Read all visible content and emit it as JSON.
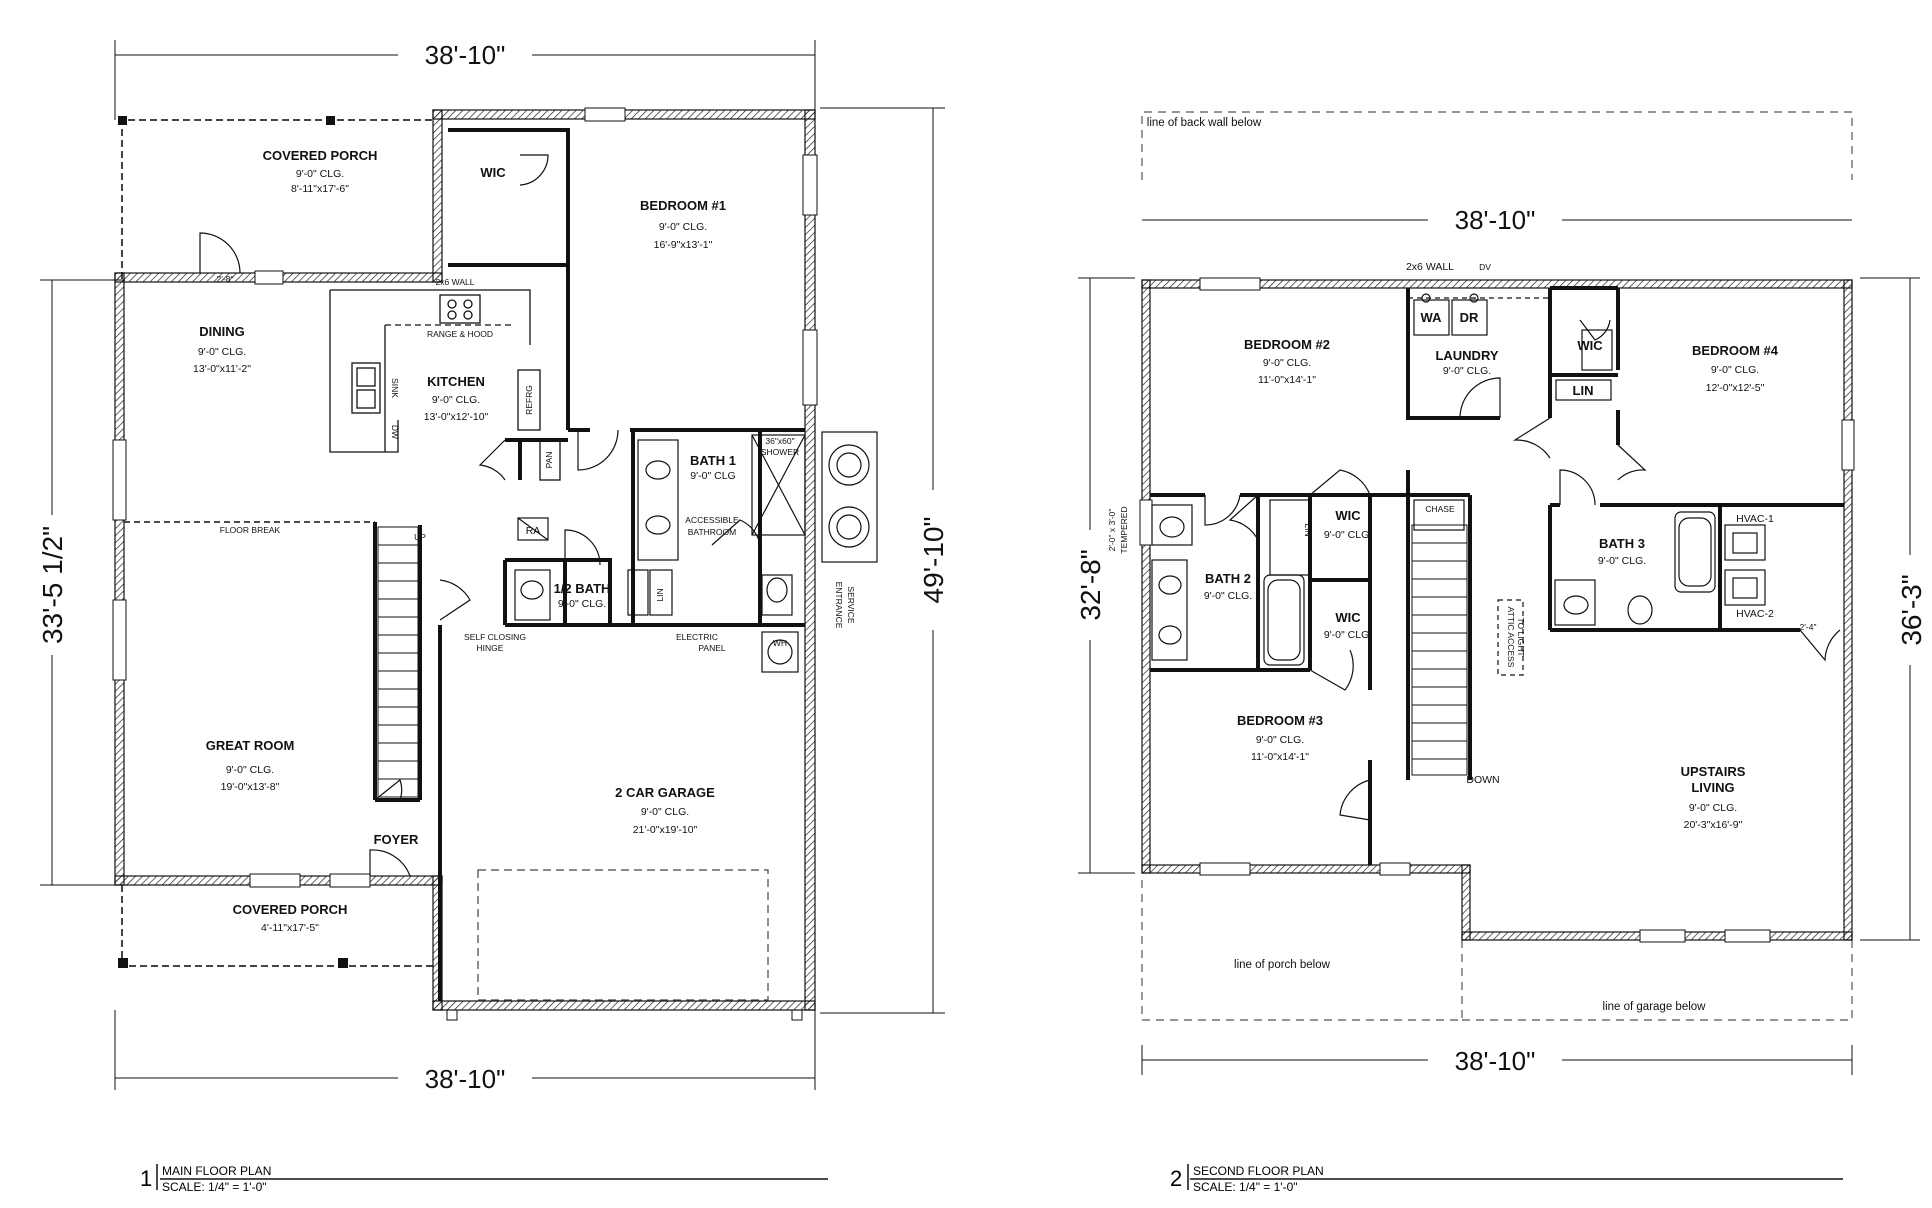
{
  "main_floor": {
    "dims": {
      "top": "38'-10\"",
      "bottom": "38'-10\"",
      "left": "33'-5 1/2\"",
      "right": "49'-10\""
    },
    "rooms": {
      "porch_top": {
        "name": "COVERED PORCH",
        "clg": "9'-0\" CLG.",
        "size": "8'-11\"x17'-6\""
      },
      "wic": {
        "name": "WIC"
      },
      "bedroom1": {
        "name": "BEDROOM #1",
        "clg": "9'-0\" CLG.",
        "size": "16'-9\"x13'-1\""
      },
      "dining": {
        "name": "DINING",
        "clg": "9'-0\" CLG.",
        "size": "13'-0\"x11'-2\""
      },
      "kitchen": {
        "name": "KITCHEN",
        "clg": "9'-0\" CLG.",
        "size": "13'-0\"x12'-10\""
      },
      "bath1": {
        "name": "BATH 1",
        "clg": "9'-0\" CLG"
      },
      "half_bath": {
        "name": "1/2 BATH",
        "clg": "9'-0\" CLG."
      },
      "great_room": {
        "name": "GREAT ROOM",
        "clg": "9'-0\" CLG.",
        "size": "19'-0\"x13'-8\""
      },
      "garage": {
        "name": "2 CAR GARAGE",
        "clg": "9'-0\" CLG.",
        "size": "21'-0\"x19'-10\""
      },
      "foyer": {
        "name": "FOYER"
      },
      "porch_bottom": {
        "name": "COVERED PORCH",
        "size": "4'-11\"x17'-5\""
      }
    },
    "notes": {
      "door_width": "2'-8\"",
      "wall": "2x6 WALL",
      "range": "RANGE & HOOD",
      "sink": "SINK",
      "dw": "DW",
      "refrig": "REFRG",
      "pan": "PAN",
      "shower": "36\"x60\"",
      "shower2": "SHOWER",
      "accessible1": "ACCESSIBLE",
      "accessible2": "BATHROOM",
      "ra": "RA",
      "lin": "LIN",
      "floor_break": "FLOOR BREAK",
      "self_closing1": "SELF CLOSING",
      "self_closing2": "HINGE",
      "electric1": "ELECTRIC",
      "electric2": "PANEL",
      "wh": "WH",
      "service1": "ENTRANCE",
      "service2": "SERVICE",
      "up": "UP"
    },
    "title": {
      "number": "1",
      "name": "MAIN FLOOR PLAN",
      "scale": "SCALE: 1/4\" = 1'-0\""
    }
  },
  "second_floor": {
    "dims": {
      "top": "38'-10\"",
      "bottom": "38'-10\"",
      "left": "32'-8\"",
      "right": "36'-3\""
    },
    "lines": {
      "back_wall": "line of back wall below",
      "porch": "line of porch below",
      "garage": "line of garage below"
    },
    "rooms": {
      "bedroom2": {
        "name": "BEDROOM #2",
        "clg": "9'-0\" CLG.",
        "size": "11'-0\"x14'-1\""
      },
      "laundry": {
        "name": "LAUNDRY",
        "clg": "9'-0\" CLG."
      },
      "bedroom4": {
        "name": "BEDROOM #4",
        "clg": "9'-0\" CLG.",
        "size": "12'-0\"x12'-5\""
      },
      "wic_a": {
        "name": "WIC"
      },
      "wic_b": {
        "name": "WIC",
        "clg": "9'-0\" CLG."
      },
      "wic_c": {
        "name": "WIC",
        "clg": "9'-0\" CLG."
      },
      "bath2": {
        "name": "BATH 2",
        "clg": "9'-0\" CLG."
      },
      "bath3": {
        "name": "BATH 3",
        "clg": "9'-0\" CLG."
      },
      "bedroom3": {
        "name": "BEDROOM #3",
        "clg": "9'-0\" CLG.",
        "size": "11'-0\"x14'-1\""
      },
      "living": {
        "name": "UPSTAIRS",
        "name2": "LIVING",
        "clg": "9'-0\" CLG.",
        "size": "20'-3\"x16'-9\""
      }
    },
    "notes": {
      "wall": "2x6 WALL",
      "dv": "DV",
      "wa": "WA",
      "dr": "DR",
      "lin": "LIN",
      "chase": "CHASE",
      "hvac1": "HVAC-1",
      "hvac2": "HVAC-2",
      "down": "DOWN",
      "tempered1": "2'-0\" x 3'-0\"",
      "tempered2": "TEMPERED",
      "door_2_4": "2'-4\"",
      "attic1": "ATTIC ACCESS",
      "attic2": "TO LIGHT"
    },
    "title": {
      "number": "2",
      "name": "SECOND FLOOR PLAN",
      "scale": "SCALE: 1/4\" = 1'-0\""
    }
  }
}
